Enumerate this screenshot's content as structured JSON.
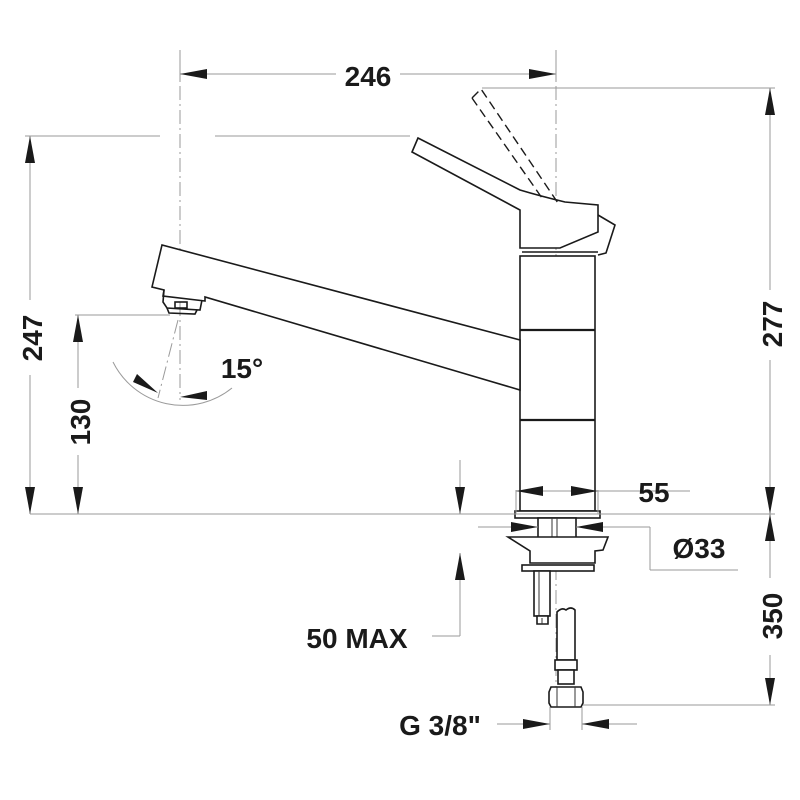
{
  "drawing": {
    "subject": "single-lever kitchen faucet dimensional drawing",
    "units": "mm",
    "line_color": "#1a1a1a",
    "dimension_line_color": "#9a9a9a"
  },
  "dimensions": {
    "overall_reach": {
      "value": "246",
      "orientation": "horizontal"
    },
    "spout_height": {
      "value": "247",
      "orientation": "vertical"
    },
    "outlet_height": {
      "value": "130",
      "orientation": "vertical"
    },
    "spout_angle": {
      "value": "15°",
      "orientation": "angular"
    },
    "total_height": {
      "value": "277",
      "orientation": "vertical"
    },
    "body_diameter": {
      "value": "55",
      "orientation": "horizontal"
    },
    "hole_diameter": {
      "value": "Ø33",
      "orientation": "horizontal"
    },
    "max_counter_thickness": {
      "value": "50 MAX",
      "orientation": "vertical"
    },
    "hose_length": {
      "value": "350",
      "orientation": "vertical"
    },
    "connection_thread": {
      "value": "G 3/8\"",
      "orientation": "horizontal"
    }
  }
}
